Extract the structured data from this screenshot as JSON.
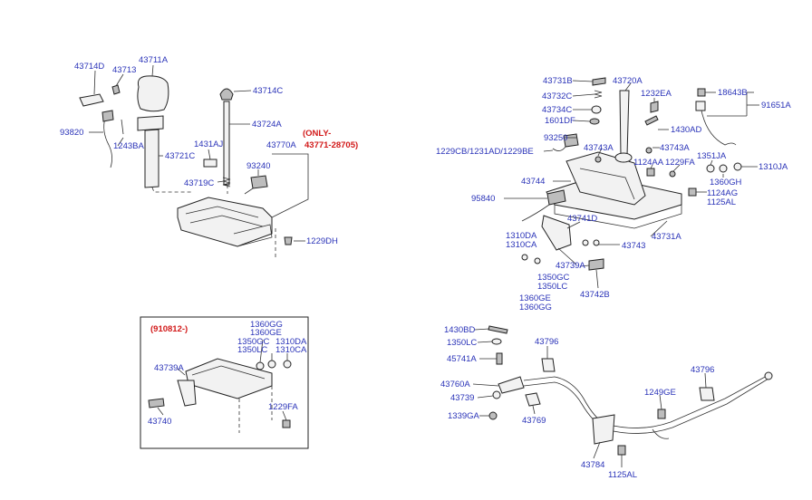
{
  "labels": {
    "l43714D": "43714D",
    "l43711A": "43711A",
    "l43713": "43713",
    "l43714C": "43714C",
    "l43724A": "43724A",
    "l93820": "93820",
    "l1243BA": "1243BA",
    "l43721C": "43721C",
    "l1431AJ": "1431AJ",
    "l43770A": "43770A",
    "l93240": "93240",
    "l43719C": "43719C",
    "l1229DH": "1229DH",
    "only_title": "(ONLY-",
    "only_range": "43771-28705)",
    "l43731B": "43731B",
    "l43720A": "43720A",
    "l43732C": "43732C",
    "l1232EA": "1232EA",
    "l18643B": "18643B",
    "l91651A": "91651A",
    "l43734C": "43734C",
    "l1601DF": "1601DF",
    "l1430AD": "1430AD",
    "l93250": "93250",
    "l43743A_1": "43743A",
    "l43743A_2": "43743A",
    "l1229CB": "1229CB/1231AD/1229BE",
    "l1124AA": "1124AA",
    "l1229FA_top": "1229FA",
    "l1351JA": "1351JA",
    "l1310JA": "1310JA",
    "l43744": "43744",
    "l1360GH": "1360GH",
    "l1124AG": "1124AG",
    "l1125AL_top": "1125AL",
    "l95840": "95840",
    "l43741D": "43741D",
    "l43731A": "43731A",
    "l1310DA_r": "1310DA",
    "l1310CA_r": "1310CA",
    "l43743": "43743",
    "l43739A_r": "43739A",
    "l1350GC_r": "1350GC",
    "l1350LC_r": "1350LC",
    "l1360GE_r": "1360GE",
    "l1360GG_r": "1360GG",
    "l43742B": "43742B",
    "inset_title": "(910812-)",
    "l1360GG_i": "1360GG",
    "l1360GE_i": "1360GE",
    "l1350GC_i": "1350GC",
    "l1350LC_i": "1350LC",
    "l1310DA_i": "1310DA",
    "l1310CA_i": "1310CA",
    "l43739A_i": "43739A",
    "l1229FA_i": "1229FA",
    "l43740": "43740",
    "l1430BD": "1430BD",
    "l43796_1": "43796",
    "l1350LC_b": "1350LC",
    "l45741A": "45741A",
    "l43796_2": "43796",
    "l43760A": "43760A",
    "l1249GE": "1249GE",
    "l43739": "43739",
    "l1339GA": "1339GA",
    "l43769": "43769",
    "l43784": "43784",
    "l1125AL_b": "1125AL"
  },
  "colors": {
    "label": "#2a33b8",
    "label_red": "#d21a1a",
    "line": "#222222"
  }
}
